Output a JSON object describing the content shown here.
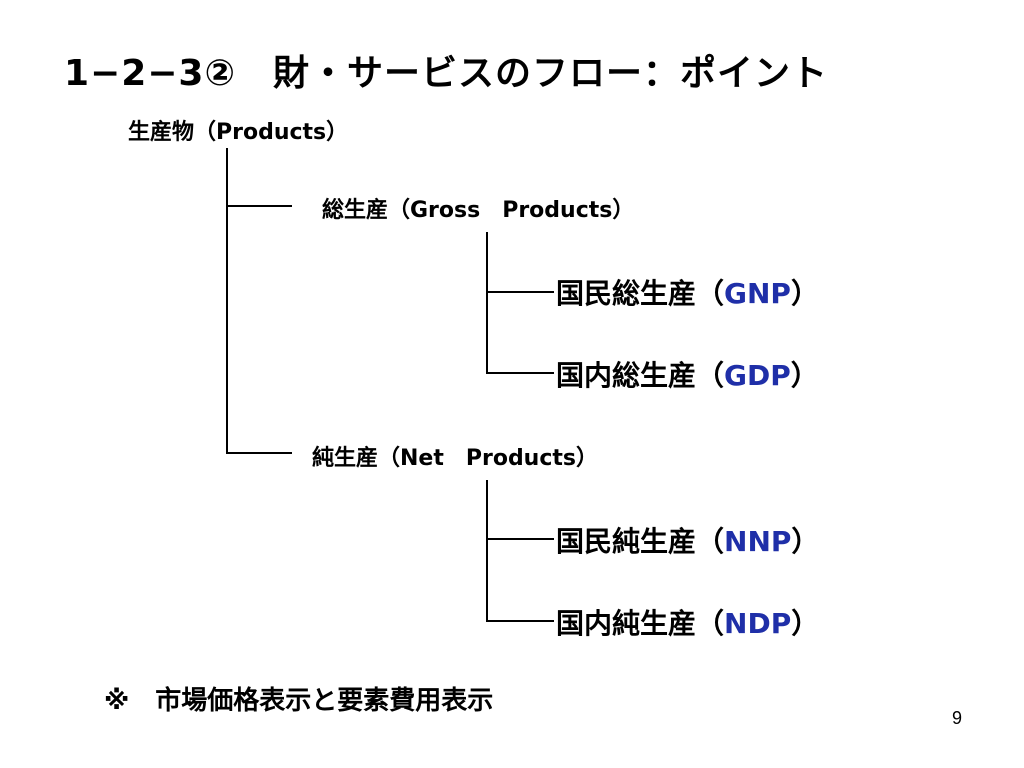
{
  "slide": {
    "title": "1−2−3②　財・サービスのフロー：ポイント",
    "page_number": "9"
  },
  "tree": {
    "root": "生産物（Products）",
    "gross": {
      "label": "総生産（Gross　Products）",
      "children": [
        {
          "prefix": "国民総生産（",
          "abbr": "GNP",
          "suffix": "）"
        },
        {
          "prefix": "国内総生産（",
          "abbr": "GDP",
          "suffix": "）"
        }
      ]
    },
    "net": {
      "label": "純生産（Net　Products）",
      "children": [
        {
          "prefix": "国民純生産（",
          "abbr": "NNP",
          "suffix": "）"
        },
        {
          "prefix": "国内純生産（",
          "abbr": "NDP",
          "suffix": "）"
        }
      ]
    }
  },
  "note": "※　市場価格表示と要素費用表示",
  "colors": {
    "abbreviation": "#1f2fa8",
    "text": "#000000",
    "background": "#ffffff"
  }
}
